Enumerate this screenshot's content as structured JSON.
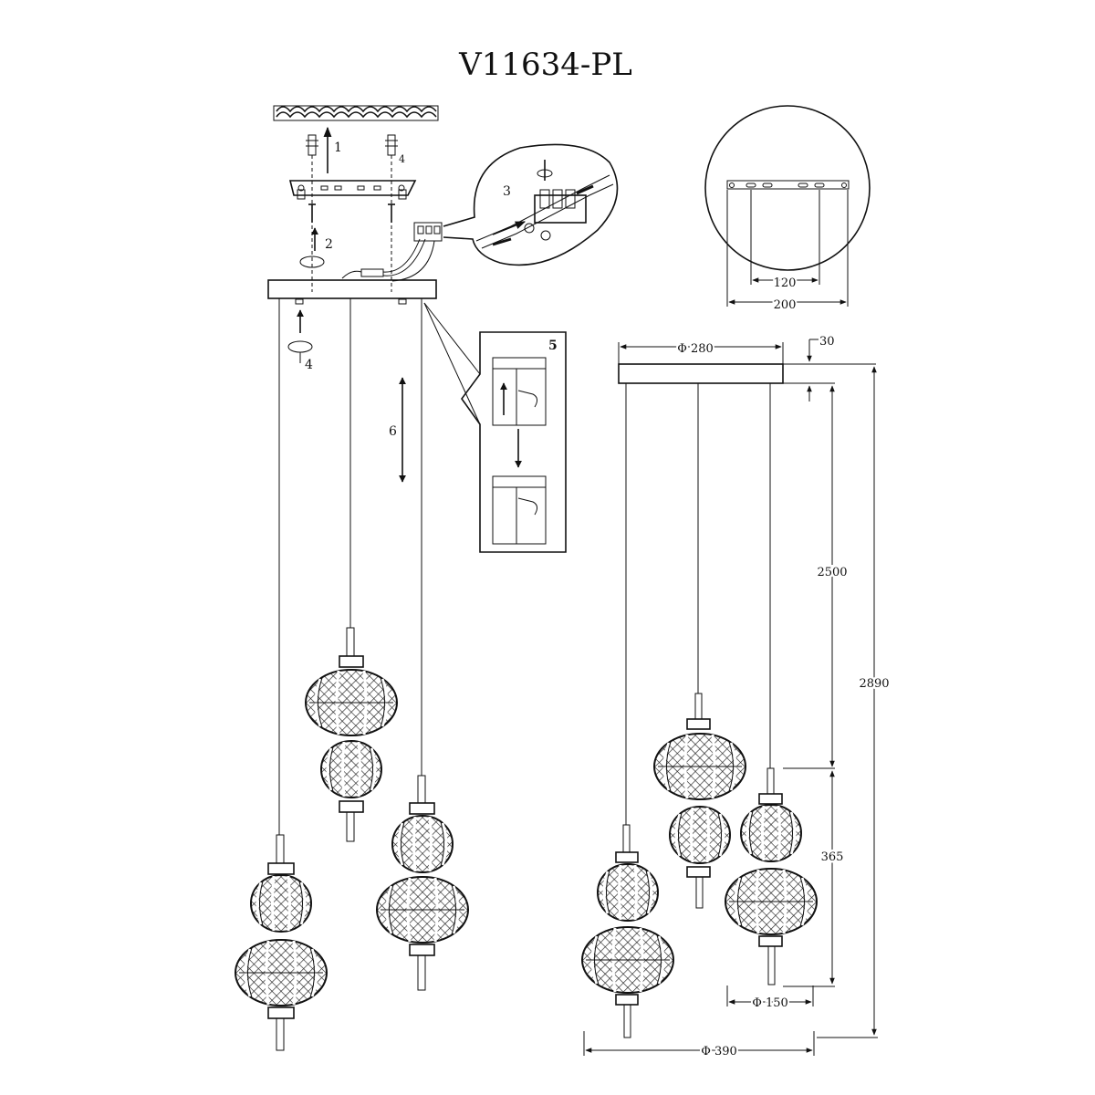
{
  "title": "V11634-PL",
  "steps": {
    "s1": "1",
    "s2": "2",
    "s3": "3",
    "s4a": "4",
    "s4b": "4",
    "s5": "5",
    "s6": "6"
  },
  "dimensions": {
    "mount_hole_spacing": "120",
    "mount_plate_width": "200",
    "canopy_diameter": "Φ 280",
    "canopy_height": "30",
    "cable_length": "2500",
    "overall_height": "2890",
    "pendant_height": "365",
    "shade_diameter": "Φ 150",
    "overall_diameter": "Φ 390"
  },
  "colors": {
    "line": "#111111",
    "background": "#ffffff"
  }
}
